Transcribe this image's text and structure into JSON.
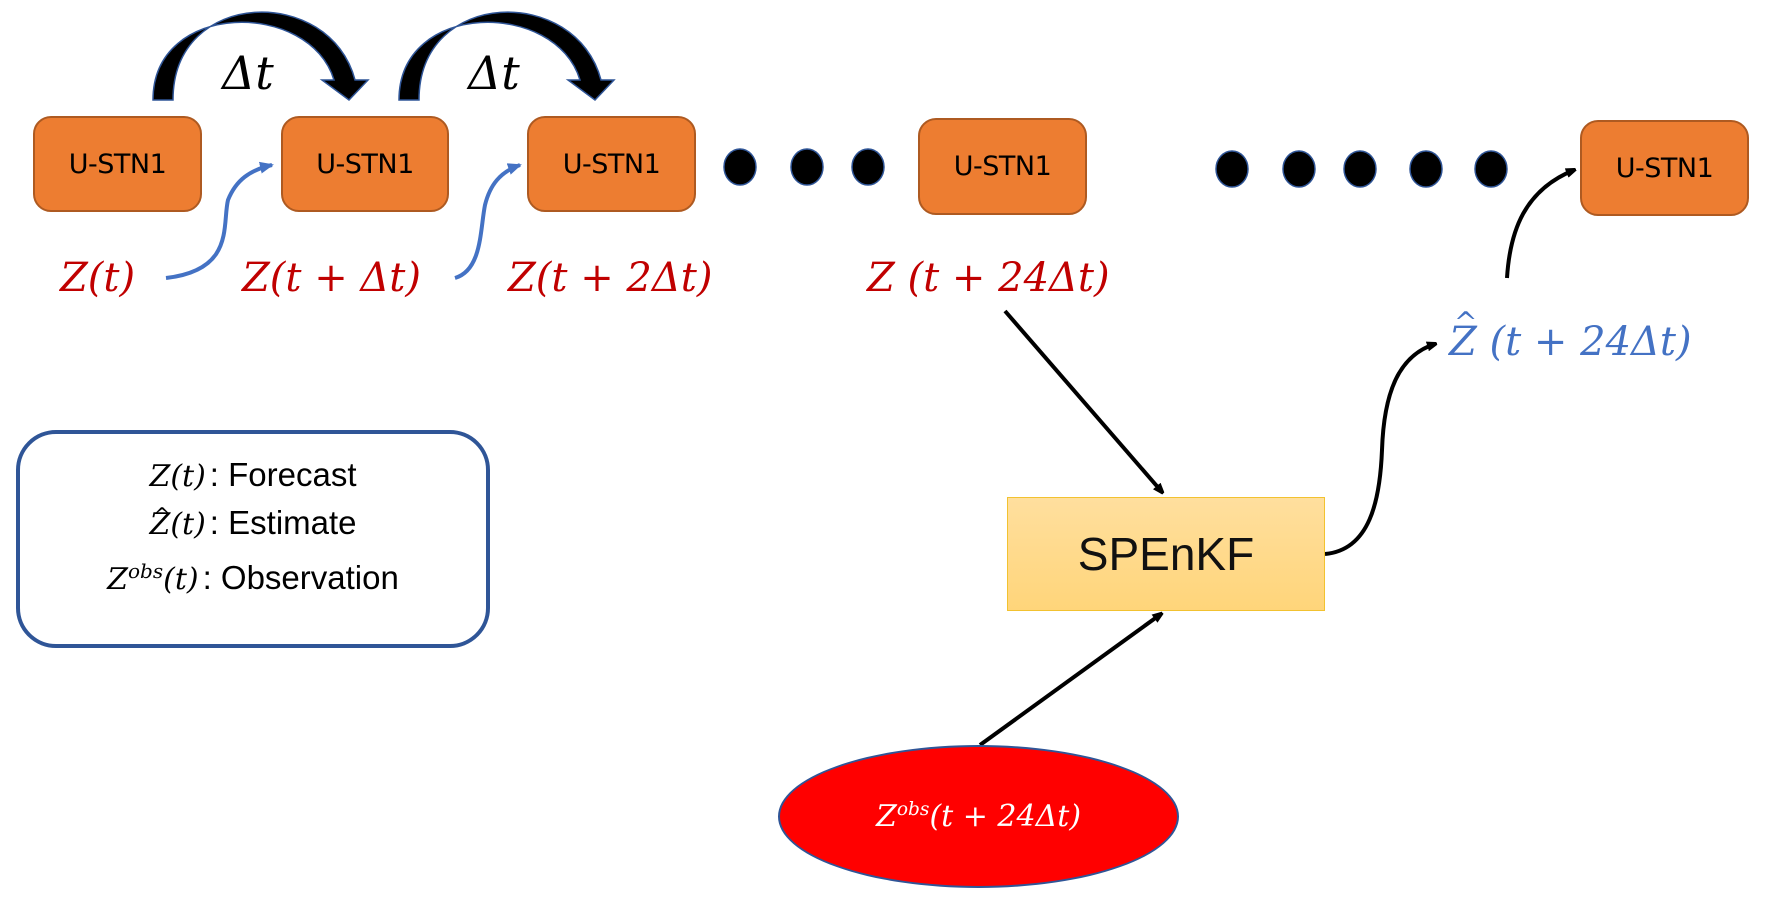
{
  "diagram": {
    "model_nodes": [
      {
        "label": "U-STN1"
      },
      {
        "label": "U-STN1"
      },
      {
        "label": "U-STN1"
      },
      {
        "label": "U-STN1"
      },
      {
        "label": "U-STN1"
      }
    ],
    "time_step_labels": [
      {
        "symbol": "Δt"
      },
      {
        "symbol": "Δt"
      }
    ],
    "ellipsis_groups": [
      {
        "dot_count": 3
      },
      {
        "dot_count": 5
      }
    ],
    "forecast_labels": [
      {
        "base": "Z",
        "arg": "(t)"
      },
      {
        "base": "Z",
        "arg": "(t + Δt)"
      },
      {
        "base": "Z",
        "arg": "(t + 2Δt)"
      },
      {
        "base": "Z",
        "arg": " (t + 24Δt)"
      }
    ],
    "estimate_label": {
      "base": "Z",
      "arg": " (t + 24Δt)"
    },
    "filter_node": {
      "label": "SPEnKF"
    },
    "observation_node": {
      "base": "Z",
      "superscript": "obs",
      "arg": "(t + 24Δt)"
    },
    "legend": {
      "items": [
        {
          "base": "Z",
          "superscript": "",
          "arg": "(t)",
          "hat": false,
          "description": ": Forecast"
        },
        {
          "base": "Z",
          "superscript": "",
          "arg": "(t)",
          "hat": true,
          "description": ": Estimate"
        },
        {
          "base": "Z",
          "superscript": "obs",
          "arg": "(t)",
          "hat": false,
          "description": ": Observation"
        }
      ]
    },
    "colors": {
      "model_node": "#ED7D31",
      "forecast_text": "#C00000",
      "estimate_text": "#4472C4",
      "input_arrow": "#4472C4",
      "filter_node": "#FFD97F",
      "observation_node": "#FF0000",
      "legend_border": "#2F5597"
    }
  }
}
